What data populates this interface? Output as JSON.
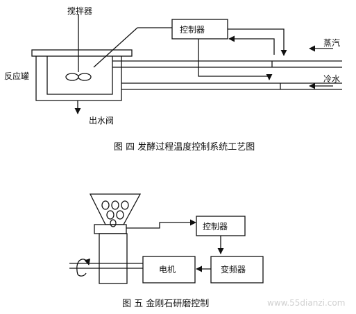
{
  "figure4": {
    "stirrer_label": "搅拌器",
    "controller_label": "控制器",
    "steam_label": "蒸汽",
    "cold_water_label": "冷水",
    "tank_label": "反应罐",
    "outlet_valve_label": "出水阀",
    "caption": "图 四   发酵过程温度控制系统工艺图"
  },
  "figure5": {
    "controller_label": "控制器",
    "motor_label": "电机",
    "inverter_label": "变频器",
    "caption": "图 五  金刚石研磨控制"
  },
  "watermark": "www.55dianzi.com"
}
